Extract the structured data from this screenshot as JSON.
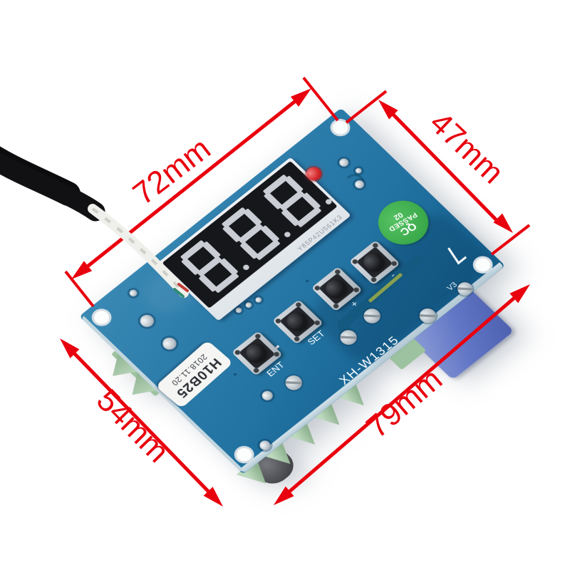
{
  "photo": {
    "background_color": "#ffffff",
    "annotation_color": "#e8000e",
    "dimension_labels": {
      "top_left": "72mm",
      "top_right": "47mm",
      "bottom_left": "54mm",
      "bottom_right": "79mm"
    }
  },
  "board": {
    "model_label": "XH-W1315",
    "version_label": "V3",
    "pcb_color": "#2879a7",
    "display": {
      "value": "888",
      "side_code": "Y85P42U561K3"
    },
    "buttons": [
      {
        "label": "ENT"
      },
      {
        "label": "SET"
      },
      {
        "label": "+"
      },
      {
        "label": "-"
      }
    ],
    "qc_sticker": {
      "line1": "QC",
      "line2": "PASSED",
      "line3": "02",
      "color": "#3aa94a"
    },
    "date_sticker": {
      "line1": "H10B25",
      "line2": "2018.11.20"
    },
    "relay_color": "#6277c6",
    "terminal_color": "#9dc29f"
  }
}
